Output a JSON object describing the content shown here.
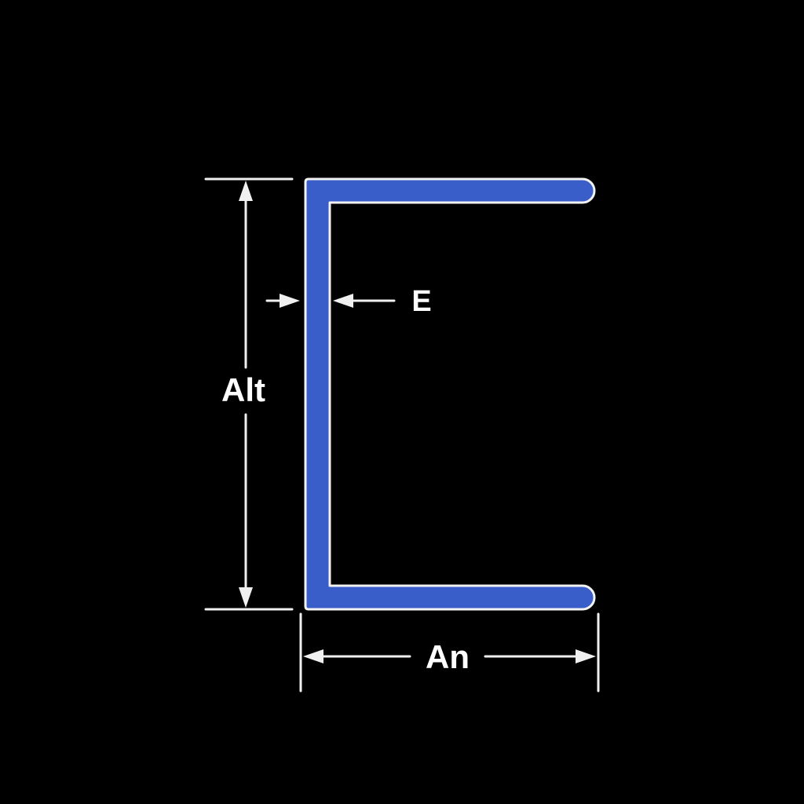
{
  "diagram": {
    "type": "channel-profile-cross-section",
    "labels": {
      "height": "Alt",
      "thickness": "E",
      "width": "An"
    },
    "colors": {
      "background": "#000000",
      "profile_fill": "#3a5ec9",
      "profile_outline": "#f2f2f2",
      "dimension_lines": "#f0f0f0",
      "label_text": "#ffffff"
    }
  }
}
